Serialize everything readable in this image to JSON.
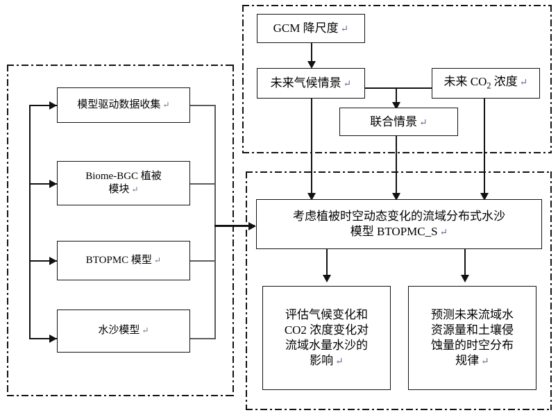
{
  "diagram": {
    "title": "Vegetation-dynamics coupled watershed water-sediment modelling framework flowchart",
    "panels": {
      "model_components": {
        "name": "model-components-panel"
      },
      "scenario_generation": {
        "name": "scenario-generation-panel"
      },
      "application": {
        "name": "application-panel"
      }
    }
  },
  "nodes": {
    "data_collection": {
      "label": "模型驱动数据收集",
      "mark": "↵"
    },
    "biome_bgc": {
      "label": "Biome-BGC 植被模块",
      "line1": "Biome-BGC 植被",
      "line2": "模块",
      "mark": "↵"
    },
    "btopmc": {
      "label": "BTOPMC 模型",
      "mark": "↵"
    },
    "sediment_model": {
      "label": "水沙模型",
      "mark": "↵"
    },
    "gcm_downscaling": {
      "label": "GCM 降尺度",
      "mark": "↵"
    },
    "future_climate": {
      "label": "未来气候情景",
      "mark": "↵"
    },
    "future_co2": {
      "label_prefix": "未来 CO",
      "label_sub": "2",
      "label_suffix": " 浓度",
      "mark": "↵"
    },
    "combined_scenario": {
      "label": "联合情景",
      "mark": "↵"
    },
    "btopmc_s": {
      "line1": "考虑植被时空动态变化的流域分布式水沙",
      "line2": "模型 BTOPMC_S",
      "mark": "↵"
    },
    "output_assess": {
      "line1": "评估气候变化和",
      "line2": "CO2 浓度变化对",
      "line3": "流域水量水沙的",
      "line4": "影响",
      "mark": "↵"
    },
    "output_predict": {
      "line1": "预测未来流域水",
      "line2": "资源量和土壤侵",
      "line3": "蚀量的时空分布",
      "line4": "规律",
      "mark": "↵"
    }
  },
  "colors": {
    "stroke": "#111111",
    "thin_stroke": "#5a5a5a",
    "background": "#ffffff",
    "mark": "#6b6b8a"
  }
}
